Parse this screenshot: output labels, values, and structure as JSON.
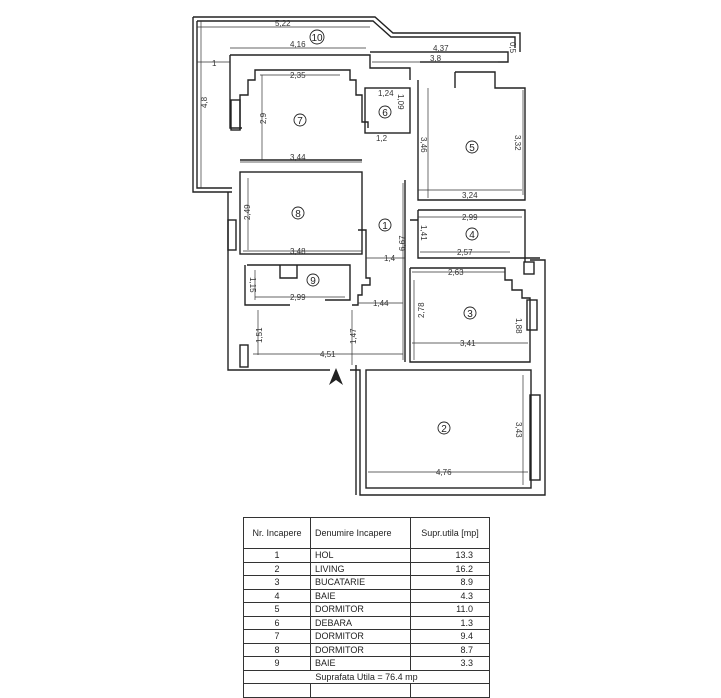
{
  "plan": {
    "rooms": [
      "1",
      "2",
      "3",
      "4",
      "5",
      "6",
      "7",
      "8",
      "9",
      "10"
    ],
    "dimensions": [
      "5,22",
      "4,16",
      "4,37",
      "3,8",
      "0,5",
      "1",
      "4,8",
      "2,35",
      "2,9",
      "1,24",
      "1,09",
      "1,2",
      "3,46",
      "3,32",
      "3,44",
      "3,24",
      "2,49",
      "2,99",
      "1,41",
      "6,67",
      "2,57",
      "3,48",
      "1,4",
      "2,63",
      "1,15",
      "2,99",
      "1,44",
      "2,78",
      "1,88",
      "1,51",
      "1,47",
      "3,41",
      "4,51",
      "3,43",
      "4,76"
    ]
  },
  "table": {
    "headers": [
      "Nr. Incapere",
      "Denumire Incapere",
      "Supr.utila [mp]"
    ],
    "rows": [
      [
        "1",
        "HOL",
        "13.3"
      ],
      [
        "2",
        "LIVING",
        "16.2"
      ],
      [
        "3",
        "BUCATARIE",
        "8.9"
      ],
      [
        "4",
        "BAIE",
        "4.3"
      ],
      [
        "5",
        "DORMITOR",
        "11.0"
      ],
      [
        "6",
        "DEBARA",
        "1.3"
      ],
      [
        "7",
        "DORMITOR",
        "9.4"
      ],
      [
        "8",
        "DORMITOR",
        "8.7"
      ],
      [
        "9",
        "BAIE",
        "3.3"
      ]
    ],
    "total": "Suprafata Utila = 76.4 mp"
  }
}
